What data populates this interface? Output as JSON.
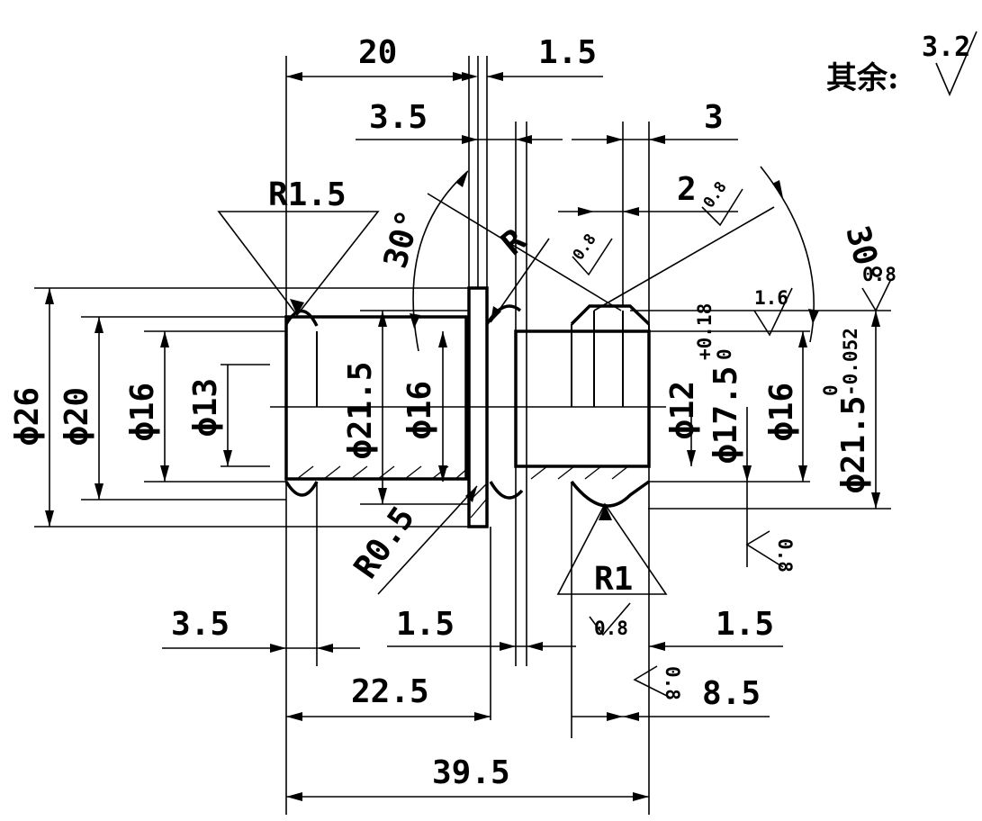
{
  "drawing": {
    "note_text": "其余:",
    "note_roughness": "3.2",
    "horizontal_dims": {
      "d_20": "20",
      "d_1_5_top": "1.5",
      "d_3_5_top": "3.5",
      "d_3_top": "3",
      "d_2": "2",
      "d_3_5_bottom": "3.5",
      "d_1_5_bottom_mid": "1.5",
      "d_1_5_bottom_right": "1.5",
      "d_22_5": "22.5",
      "d_8_5": "8.5",
      "d_39_5": "39.5"
    },
    "diameter_dims": {
      "phi_26": "ϕ26",
      "phi_20": "ϕ20",
      "phi_16_left": "ϕ16",
      "phi_13": "ϕ13",
      "phi_21_5_left": "ϕ21.5",
      "phi_16_mid": "ϕ16",
      "phi_12": "ϕ12",
      "phi_17_5": "ϕ17.5",
      "phi_17_5_upper": "+0.18",
      "phi_17_5_lower": "0",
      "phi_16_right": "ϕ16",
      "phi_21_5_right": "ϕ21.5",
      "phi_21_5_upper": "0",
      "phi_21_5_lower": "-0.052"
    },
    "radius_labels": {
      "r_1_5": "R1.5",
      "r": "R",
      "r_0_5": "R0.5",
      "r_1": "R1"
    },
    "angle_labels": {
      "angle_left": "30°",
      "angle_right": "30°"
    },
    "roughness_labels": {
      "ra_2_top": "0.8",
      "ra_groove_top": "0.8",
      "ra_right_edge": "0.8",
      "ra_1_6": "1.6",
      "ra_bottom_right": "0.8",
      "ra_groove_bottom": "0.8",
      "ra_8_5": "0.8"
    }
  }
}
